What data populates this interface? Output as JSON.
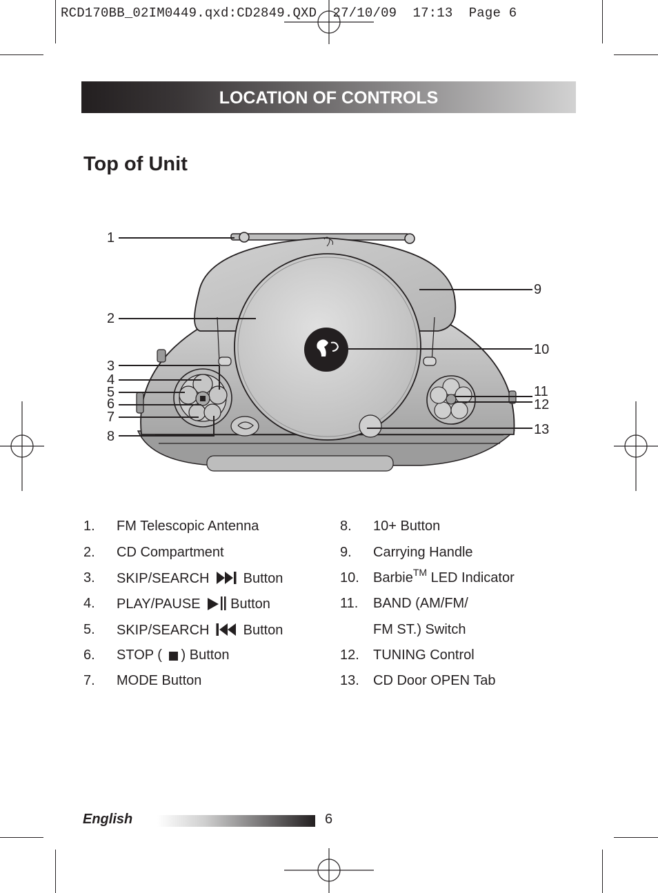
{
  "slug": "RCD170BB_02IM0449.qxd:CD2849.QXD  27/10/09  17:13  Page 6",
  "banner_title": "LOCATION OF CONTROLS",
  "section_title": "Top of Unit",
  "callouts": [
    "1",
    "2",
    "3",
    "4",
    "5",
    "6",
    "7",
    "8",
    "9",
    "10",
    "11",
    "12",
    "13"
  ],
  "controls_left": [
    {
      "num": "1.",
      "label": "FM Telescopic Antenna"
    },
    {
      "num": "2.",
      "label": "CD Compartment"
    },
    {
      "num": "3.",
      "label": "SKIP/SEARCH",
      "suffix": "Button",
      "icon": "skip-forward-icon"
    },
    {
      "num": "4.",
      "label": "PLAY/PAUSE",
      "suffix": "Button",
      "icon": "play-pause-icon"
    },
    {
      "num": "5.",
      "label": "SKIP/SEARCH",
      "suffix": "Button",
      "icon": "skip-back-icon"
    },
    {
      "num": "6.",
      "label": "STOP (",
      "suffix": ") Button",
      "icon": "stop-icon"
    },
    {
      "num": "7.",
      "label": "MODE Button"
    }
  ],
  "controls_right": [
    {
      "num": "8.",
      "label": "10+ Button"
    },
    {
      "num": "9.",
      "label": "Carrying Handle"
    },
    {
      "num": "10.",
      "label": "Barbie",
      "sup": "TM",
      "suffix": "LED Indicator"
    },
    {
      "num": "11.",
      "label": "BAND (AM/FM/",
      "line2": "FM ST.) Switch"
    },
    {
      "num": "12.",
      "label": "TUNING Control"
    },
    {
      "num": "13.",
      "label": "CD Door OPEN Tab"
    }
  ],
  "footer": {
    "language": "English",
    "page": "6"
  }
}
